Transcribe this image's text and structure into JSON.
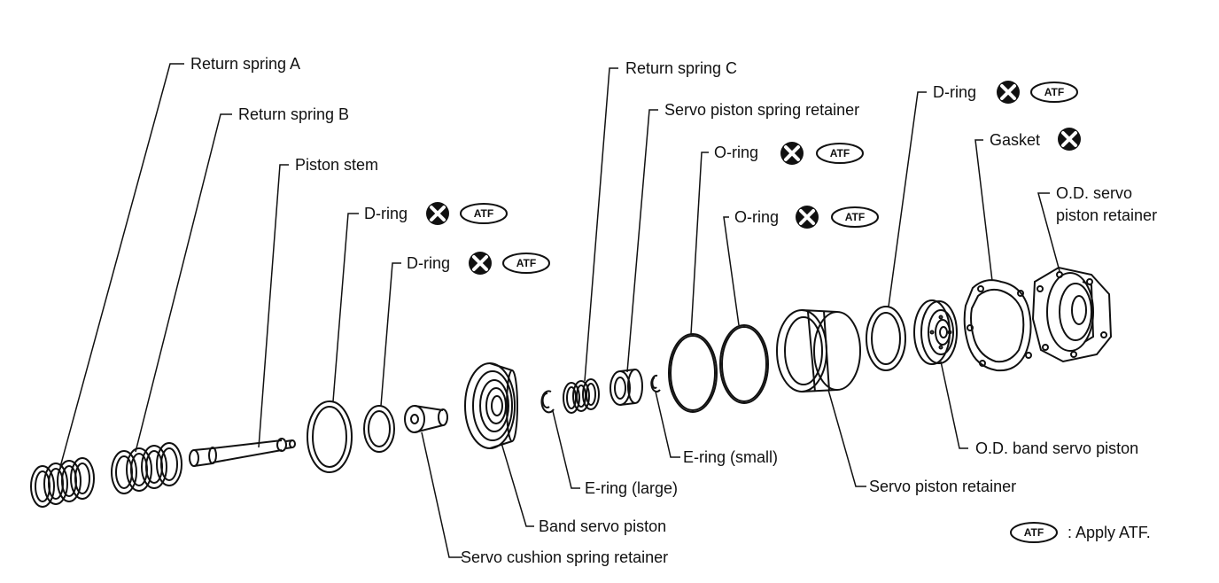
{
  "labels": {
    "return_spring_a": "Return spring A",
    "return_spring_b": "Return spring B",
    "piston_stem": "Piston stem",
    "d_ring": "D-ring",
    "return_spring_c": "Return spring C",
    "servo_piston_spring_retainer": "Servo piston spring retainer",
    "o_ring": "O-ring",
    "gasket": "Gasket",
    "od_servo_piston_retainer_line1": "O.D. servo",
    "od_servo_piston_retainer_line2": "piston retainer",
    "e_ring_small": "E-ring (small)",
    "e_ring_large": "E-ring (large)",
    "band_servo_piston": "Band servo piston",
    "servo_cushion_spring_retainer": "Servo cushion spring retainer",
    "servo_piston_retainer": "Servo piston retainer",
    "od_band_servo_piston": "O.D. band servo piston"
  },
  "badges": {
    "atf": "ATF",
    "do_not_reuse_icon": "x-circle-icon"
  },
  "legend": {
    "badge": "ATF",
    "text": ": Apply ATF."
  },
  "colors": {
    "ink": "#111111",
    "background": "#ffffff"
  }
}
